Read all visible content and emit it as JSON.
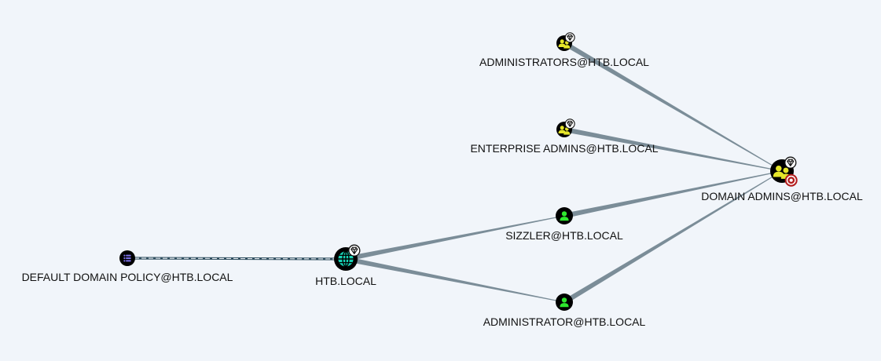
{
  "graph": {
    "nodes": [
      {
        "id": "administrators",
        "label": "ADMINISTRATORS@HTB.LOCAL",
        "type": "group",
        "icon": "group-icon",
        "color": "#e6e62a",
        "highvalue": true,
        "owned": false
      },
      {
        "id": "enterprise_admins",
        "label": "ENTERPRISE ADMINS@HTB.LOCAL",
        "type": "group",
        "icon": "group-icon",
        "color": "#e6e62a",
        "highvalue": true,
        "owned": false
      },
      {
        "id": "domain_admins",
        "label": "DOMAIN ADMINS@HTB.LOCAL",
        "type": "group",
        "icon": "group-icon",
        "color": "#e6e62a",
        "highvalue": true,
        "owned": false,
        "target": true
      },
      {
        "id": "sizzler",
        "label": "SIZZLER@HTB.LOCAL",
        "type": "user",
        "icon": "user-icon",
        "color": "#2ee82e",
        "highvalue": false,
        "owned": false
      },
      {
        "id": "administrator",
        "label": "ADMINISTRATOR@HTB.LOCAL",
        "type": "user",
        "icon": "user-icon",
        "color": "#2ee82e",
        "highvalue": false,
        "owned": false
      },
      {
        "id": "htb_local",
        "label": "HTB.LOCAL",
        "type": "domain",
        "icon": "globe-icon",
        "color": "#17d3b5",
        "highvalue": true,
        "owned": false
      },
      {
        "id": "default_domain_policy",
        "label": "DEFAULT DOMAIN POLICY@HTB.LOCAL",
        "type": "gpo",
        "icon": "list-icon",
        "color": "#7b6fe8",
        "highvalue": false,
        "owned": false
      }
    ],
    "edges": [
      {
        "source": "administrators",
        "target": "domain_admins",
        "style": "solid"
      },
      {
        "source": "enterprise_admins",
        "target": "domain_admins",
        "style": "solid"
      },
      {
        "source": "sizzler",
        "target": "domain_admins",
        "style": "solid"
      },
      {
        "source": "administrator",
        "target": "domain_admins",
        "style": "solid"
      },
      {
        "source": "htb_local",
        "target": "sizzler",
        "style": "solid"
      },
      {
        "source": "htb_local",
        "target": "administrator",
        "style": "solid"
      },
      {
        "source": "default_domain_policy",
        "target": "htb_local",
        "style": "dashed"
      }
    ],
    "colors": {
      "background": "#f1f5fa",
      "edge": "#7b8d98",
      "dashed_edge": "#2f4e5f",
      "highvalue_badge": "#ffffff",
      "target_badge": "#b31d1d"
    }
  }
}
